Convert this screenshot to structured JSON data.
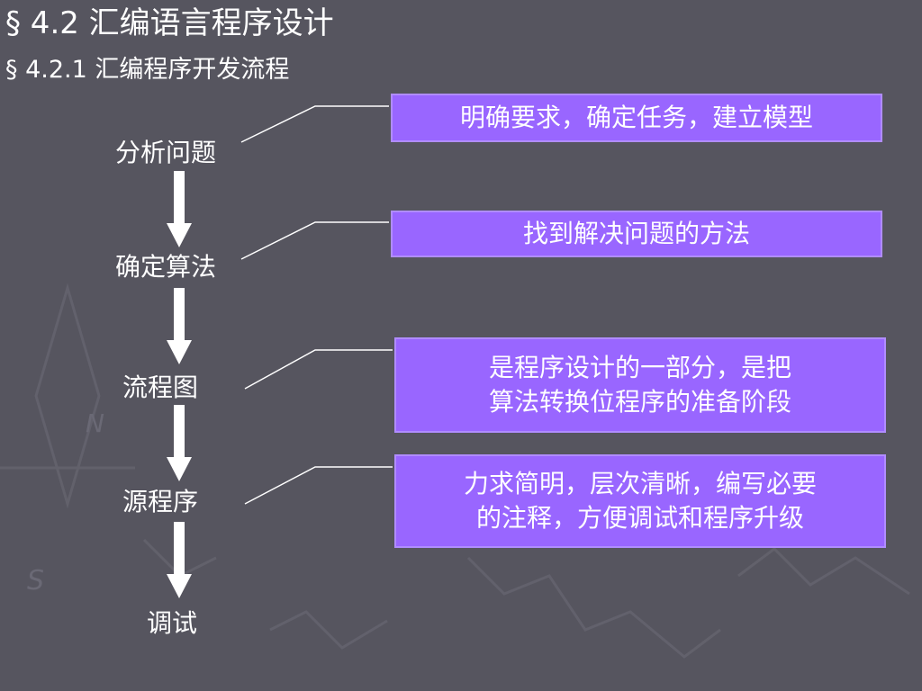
{
  "header": {
    "title": "§ 4.2  汇编语言程序设计",
    "subtitle": "§ 4.2.1  汇编程序开发流程"
  },
  "flow": {
    "steps": [
      "分析问题",
      "确定算法",
      "流程图",
      "源程序",
      "调试"
    ],
    "notes": [
      "明确要求，确定任务，建立模型",
      "找到解决问题的方法",
      "是程序设计的一部分，是把\n算法转换位程序的准备阶段",
      "力求简明，层次清晰，编写必要\n的注释，方便调试和程序升级"
    ]
  },
  "colors": {
    "background": "#56555f",
    "note_box": "#9966ff",
    "text": "#ffffff"
  }
}
